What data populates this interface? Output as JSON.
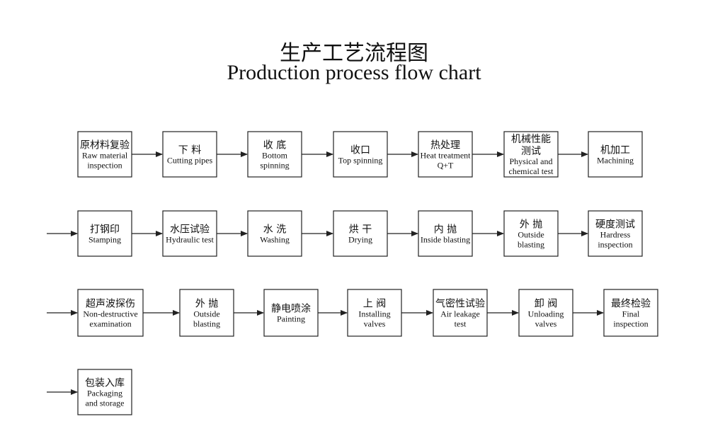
{
  "title": {
    "cn": "生产工艺流程图",
    "en": "Production process flow chart"
  },
  "rows": [
    {
      "lead_in": false,
      "steps": [
        {
          "cn": [
            "原材料复验"
          ],
          "en": [
            "Raw material",
            "inspection"
          ]
        },
        {
          "cn": [
            "下 料"
          ],
          "en": [
            "Cutting  pipes"
          ]
        },
        {
          "cn": [
            "收 底"
          ],
          "en": [
            "Bottom",
            "spinning"
          ]
        },
        {
          "cn": [
            "收口"
          ],
          "en": [
            "Top spinning"
          ]
        },
        {
          "cn": [
            "热处理"
          ],
          "en": [
            "Heat treatment",
            "Q+T"
          ]
        },
        {
          "cn": [
            "机械性能",
            "测试"
          ],
          "en": [
            "Physical and",
            "chemical test"
          ]
        },
        {
          "cn": [
            "机加工"
          ],
          "en": [
            "Machining"
          ]
        }
      ]
    },
    {
      "lead_in": true,
      "steps": [
        {
          "cn": [
            "打钢印"
          ],
          "en": [
            "Stamping"
          ]
        },
        {
          "cn": [
            "水压试验"
          ],
          "en": [
            "Hydraulic test"
          ]
        },
        {
          "cn": [
            "水 洗"
          ],
          "en": [
            "Washing"
          ]
        },
        {
          "cn": [
            "烘  干"
          ],
          "en": [
            "Drying"
          ]
        },
        {
          "cn": [
            "内 抛"
          ],
          "en": [
            "Inside blasting"
          ]
        },
        {
          "cn": [
            "外 抛"
          ],
          "en": [
            "Outside",
            "blasting"
          ]
        },
        {
          "cn": [
            "硬度测试"
          ],
          "en": [
            "Hardress",
            "inspection"
          ]
        }
      ]
    },
    {
      "lead_in": true,
      "steps": [
        {
          "cn": [
            "超声波探伤"
          ],
          "en": [
            "Non-destructive",
            "examination"
          ]
        },
        {
          "cn": [
            "外 抛"
          ],
          "en": [
            "Outside",
            "blasting"
          ]
        },
        {
          "cn": [
            "静电喷涂"
          ],
          "en": [
            "Painting"
          ]
        },
        {
          "cn": [
            "上 阀"
          ],
          "en": [
            "Installing",
            "valves"
          ]
        },
        {
          "cn": [
            "气密性试验"
          ],
          "en": [
            "Air leakage",
            "test"
          ]
        },
        {
          "cn": [
            "卸 阀"
          ],
          "en": [
            "Unloading",
            "valves"
          ]
        },
        {
          "cn": [
            "最终检验"
          ],
          "en": [
            "Final",
            "inspection"
          ]
        }
      ]
    },
    {
      "lead_in": true,
      "steps": [
        {
          "cn": [
            "包装入库"
          ],
          "en": [
            "Packaging",
            "and storage"
          ]
        }
      ]
    }
  ]
}
